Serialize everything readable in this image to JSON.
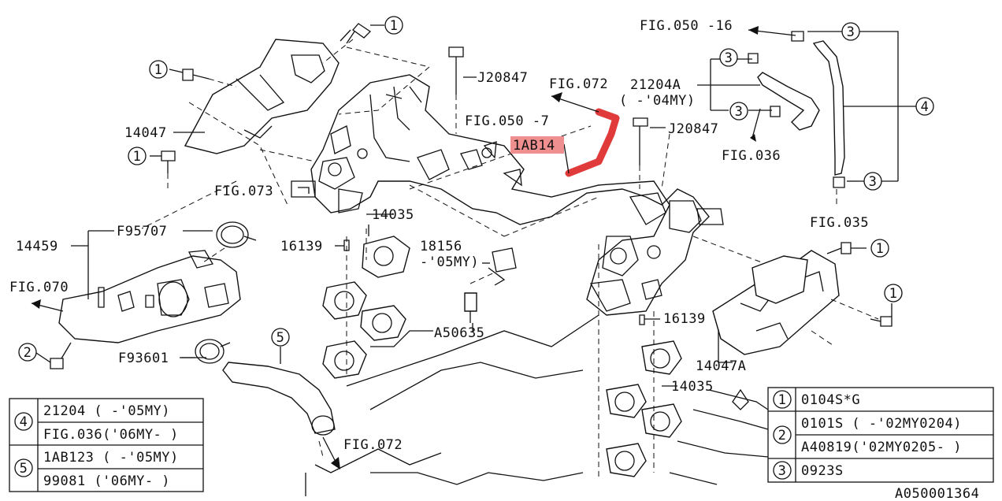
{
  "labels": {
    "fig050_16": "FIG.050 -16",
    "j20847_top": "J20847",
    "fig072_top": "FIG.072",
    "p21204a": "21204A",
    "p21204a_note": "( -'04MY)",
    "p14047": "14047",
    "fig050_7": "FIG.050 -7",
    "p1ab14": "1AB14",
    "j20847_mid": "J20847",
    "fig036": "FIG.036",
    "fig073": "FIG.073",
    "p14035_top": "14035",
    "p14459": "14459",
    "f95707": "F95707",
    "p16139_left": "16139",
    "p18156": "18156",
    "p18156_note": "-'05MY)",
    "fig035": "FIG.035",
    "fig070": "FIG.070",
    "a50635": "A50635",
    "p16139_right": "16139",
    "p14047a": "14047A",
    "f93601": "F93601",
    "p14035_bot": "14035",
    "fig072_bot": "FIG.072",
    "diagram_id": "A050001364"
  },
  "callouts": {
    "one": "1",
    "two": "2",
    "three": "3",
    "four": "4",
    "five": "5"
  },
  "left_table": {
    "row4_key": "4",
    "row4_a": "21204  ( -'05MY)",
    "row4_b": "FIG.036('06MY- )",
    "row5_key": "5",
    "row5_a": "1AB123 ( -'05MY)",
    "row5_b": "99081  ('06MY- )"
  },
  "right_table": {
    "row1_key": "1",
    "row1_a": "0104S*G",
    "row2_key": "2",
    "row2_a": "0101S   ( -'02MY0204)",
    "row2_b": "A40819('02MY0205- )",
    "row3_key": "3",
    "row3_a": "0923S"
  },
  "colors": {
    "highlight_part": "#e03a3a",
    "highlight_label_bg": "#f08f8f",
    "line": "#111111"
  }
}
